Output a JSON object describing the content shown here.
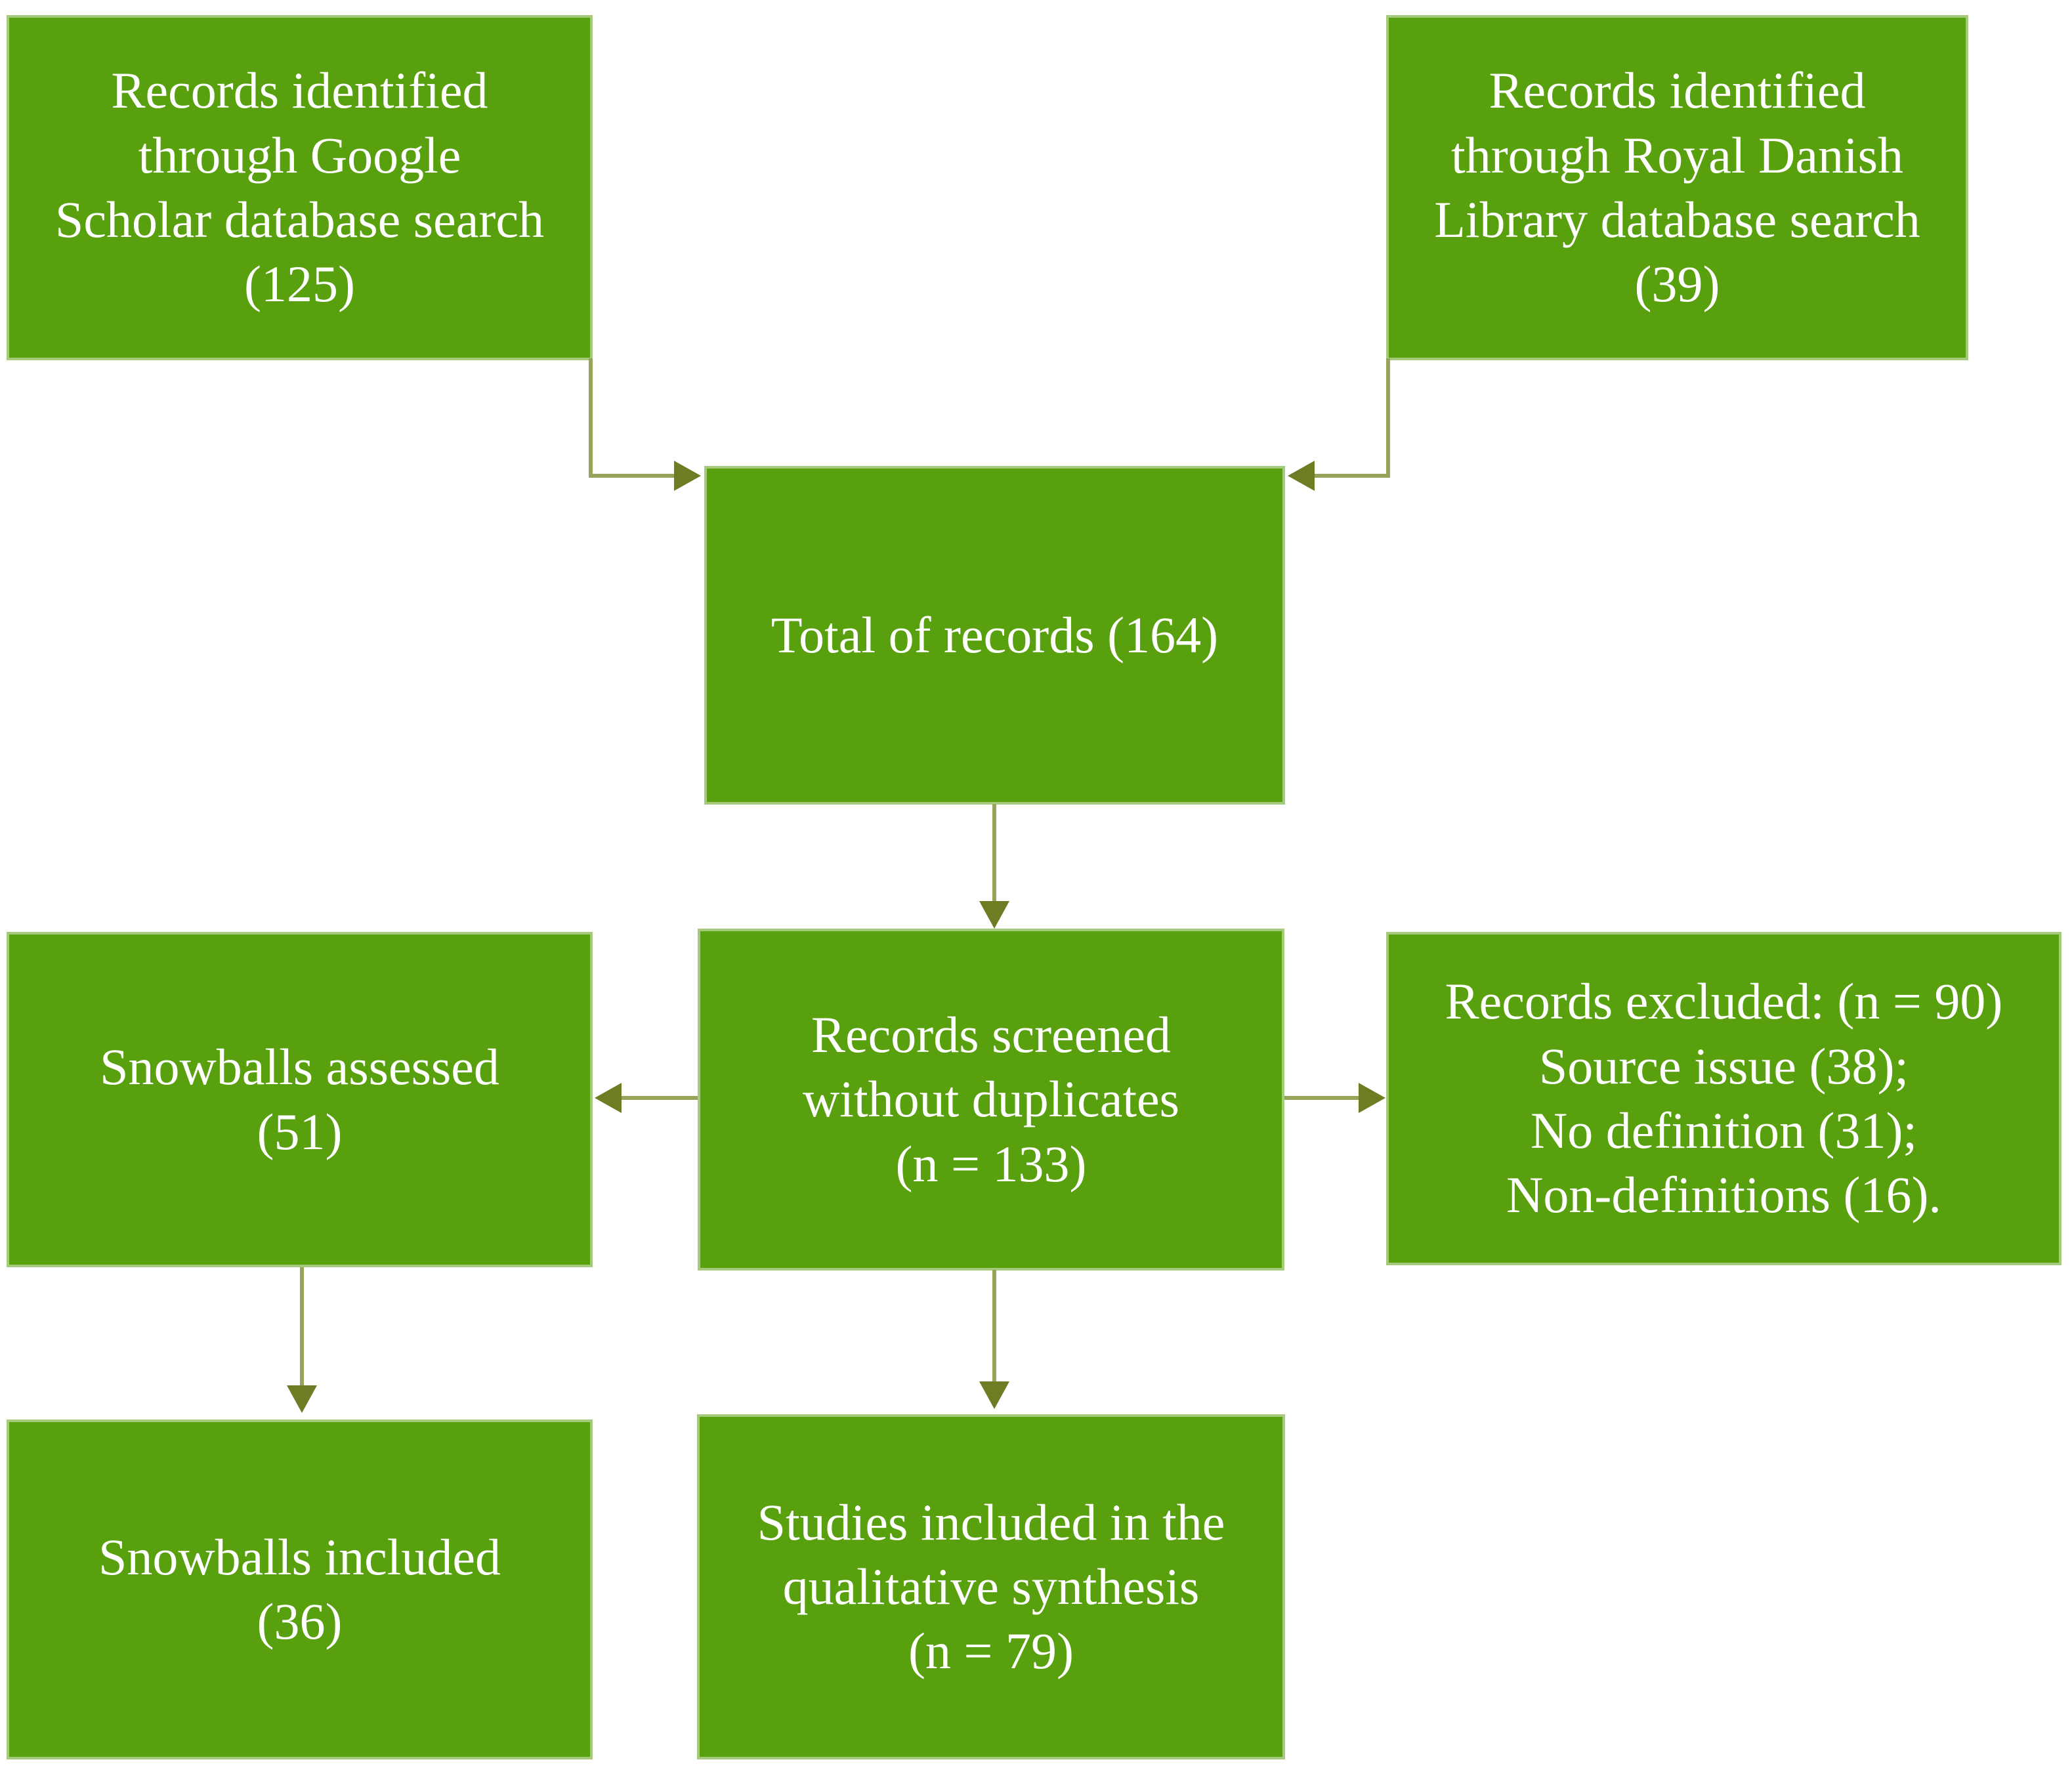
{
  "diagram": {
    "type": "flowchart",
    "colors": {
      "box_fill": "#58a00e",
      "box_border": "#a5c97d",
      "arrow_shaft": "#96a45c",
      "arrow_head": "#6e7c24",
      "text": "#ffffff",
      "background": "#ffffff"
    },
    "nodes": [
      {
        "id": "google-scholar",
        "label": "Records identified\nthrough Google\nScholar database search\n(125)",
        "count": 125
      },
      {
        "id": "royal-danish-library",
        "label": "Records identified\nthrough Royal Danish\nLibrary database search\n(39)",
        "count": 39
      },
      {
        "id": "total-records",
        "label": "Total of records (164)",
        "count": 164
      },
      {
        "id": "snowballs-assessed",
        "label": "Snowballs assessed\n(51)",
        "count": 51
      },
      {
        "id": "records-screened",
        "label": "Records screened\nwithout duplicates\n(n = 133)",
        "count": 133
      },
      {
        "id": "records-excluded",
        "label": "Records excluded: (n = 90)\nSource issue (38);\nNo definition (31);\nNon-definitions (16).",
        "count": 90,
        "breakdown": [
          {
            "reason": "Source issue",
            "count": 38
          },
          {
            "reason": "No definition",
            "count": 31
          },
          {
            "reason": "Non-definitions",
            "count": 16
          }
        ]
      },
      {
        "id": "snowballs-included",
        "label": "Snowballs included\n(36)",
        "count": 36
      },
      {
        "id": "studies-included",
        "label": "Studies included in the\nqualitative synthesis\n(n = 79)",
        "count": 79
      }
    ],
    "edges": [
      {
        "from": "google-scholar",
        "to": "total-records"
      },
      {
        "from": "royal-danish-library",
        "to": "total-records"
      },
      {
        "from": "total-records",
        "to": "records-screened"
      },
      {
        "from": "records-screened",
        "to": "snowballs-assessed"
      },
      {
        "from": "records-screened",
        "to": "records-excluded"
      },
      {
        "from": "snowballs-assessed",
        "to": "snowballs-included"
      },
      {
        "from": "records-screened",
        "to": "studies-included"
      }
    ]
  }
}
